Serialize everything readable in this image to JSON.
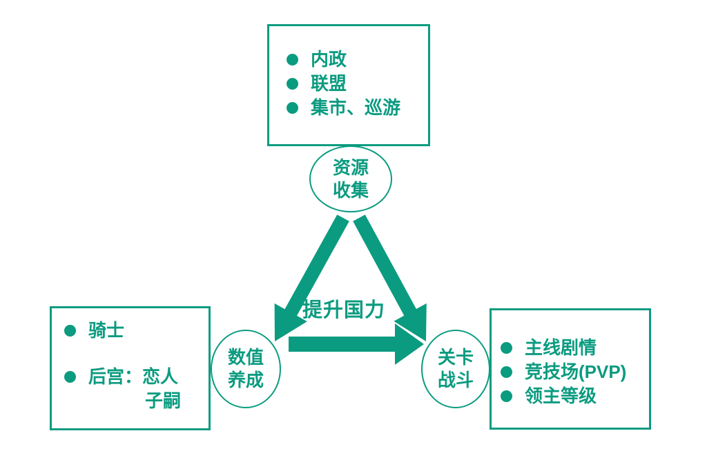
{
  "accent": "#0b9b80",
  "center_label": "提升国力",
  "boxes": {
    "top": {
      "items": [
        "内政",
        "联盟",
        "集市、巡游"
      ]
    },
    "left": {
      "item1": "骑士",
      "item2_line1": "后宫：恋人",
      "item2_line2": "子嗣"
    },
    "right": {
      "items": [
        "主线剧情",
        "竞技场(PVP)",
        "领主等级"
      ]
    }
  },
  "nodes": {
    "top": {
      "line1": "资源",
      "line2": "收集"
    },
    "left": {
      "line1": "数值",
      "line2": "养成"
    },
    "right": {
      "line1": "关卡",
      "line2": "战斗"
    }
  }
}
